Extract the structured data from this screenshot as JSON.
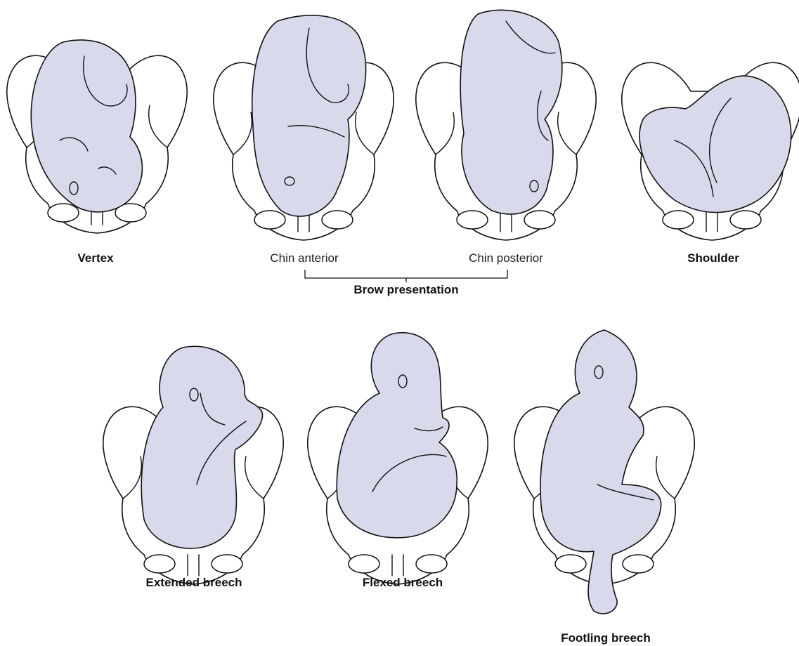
{
  "colors": {
    "fetus_fill": "#d9d9ec",
    "outline": "#111111",
    "background": "#ffffff"
  },
  "labels": {
    "vertex": "Vertex",
    "chin_anterior": "Chin anterior",
    "chin_posterior": "Chin posterior",
    "brow_presentation": "Brow presentation",
    "shoulder": "Shoulder",
    "extended_breech": "Extended breech",
    "flexed_breech": "Flexed breech",
    "footling_breech": "Footling breech"
  }
}
